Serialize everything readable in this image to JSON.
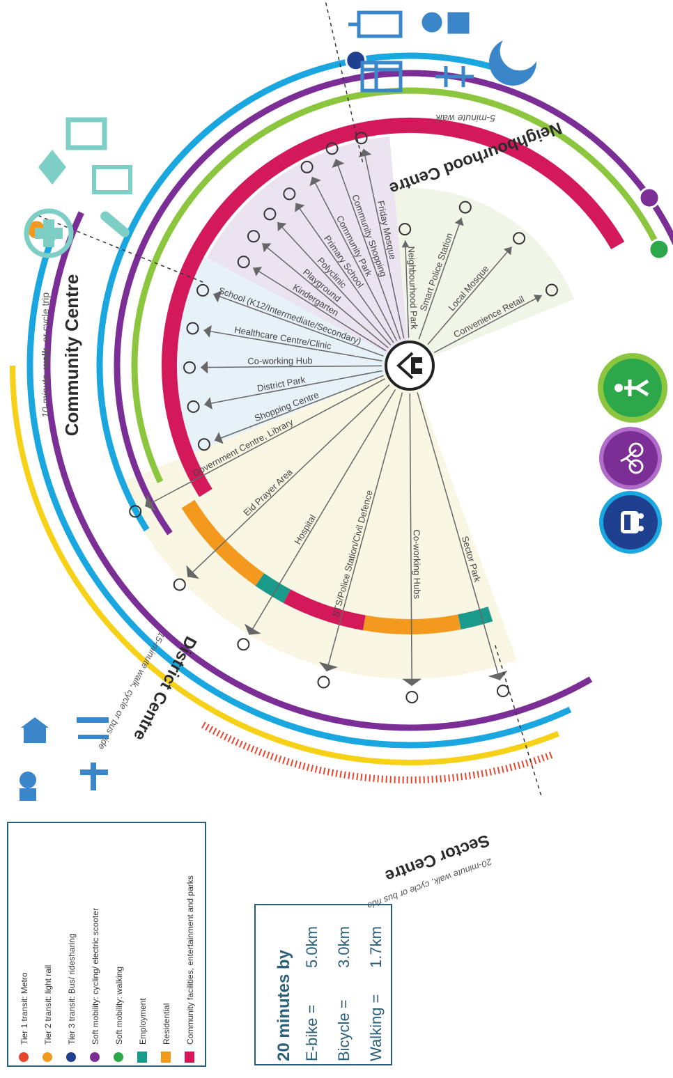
{
  "centres": {
    "neighbourhood": {
      "title": "Neighbourhood Centre",
      "subtitle": "5-minute walk"
    },
    "community": {
      "title": "Community Centre",
      "subtitle_a": "10-minute",
      "subtitle_b": "walk",
      "subtitle_c": "or cycle trip"
    },
    "district": {
      "title": "District Centre",
      "subtitle": "15-minute walk, cycle or bus ride"
    },
    "sector": {
      "title": "Sector Centre",
      "subtitle": "20-minute walk, cycle or bus ride"
    }
  },
  "rays": {
    "neighbourhood": [
      "Neighbourhood Park",
      "Smart Police Station",
      "Local Mosque",
      "Convenience Retail"
    ],
    "community": [
      "Kindergarten",
      "Playground",
      "Polyclinic",
      "Primary School",
      "Community Park",
      "Community Shopping",
      "Friday Mosque"
    ],
    "district": [
      "School (K12/Intermediate/Secondary)",
      "Healthcare Centre/Clinic",
      "Co-working Hub",
      "District Park",
      "Shopping Centre"
    ],
    "sector": [
      "Government Centre, Library",
      "Eid Prayer Area",
      "Hospital",
      "STS/Police Station/Civil Defence",
      "Co-working Hubs",
      "Sector Park"
    ]
  },
  "legend": [
    {
      "label": "Tier 1 transit: Metro",
      "color": "#e5462d",
      "kind": "circle"
    },
    {
      "label": "Tier 2 transit: light rail",
      "color": "#f39a1e",
      "kind": "circle"
    },
    {
      "label": "Tier 3 transit: Bus/ ridesharing",
      "color": "#1f3f8f",
      "kind": "circle"
    },
    {
      "label": "Soft mobility: cycling/ electric scooter",
      "color": "#7b2f96",
      "kind": "circle"
    },
    {
      "label": "Soft mobility: walking",
      "color": "#2ca84a",
      "kind": "circle"
    },
    {
      "label": "Employment",
      "color": "#1a9a8a",
      "kind": "square"
    },
    {
      "label": "Residential",
      "color": "#f39a1e",
      "kind": "square"
    },
    {
      "label": "Community facilities, entertainment and parks",
      "color": "#d3195a",
      "kind": "square"
    }
  ],
  "speed": {
    "title": "20 minutes by",
    "rows": [
      {
        "mode": "E-bike =",
        "dist": "5.0km"
      },
      {
        "mode": "Bicycle =",
        "dist": "3.0km"
      },
      {
        "mode": "Walking =",
        "dist": "1.7km"
      }
    ]
  },
  "colors": {
    "magenta": "#d3195a",
    "orange": "#f39a1e",
    "teal": "#1a9a8a",
    "purple": "#7b2f96",
    "green": "#8cc63f",
    "cyan": "#1aa7df",
    "yellow": "#f7d117",
    "blue_icon": "#3a86c8",
    "navy": "#1f3f8f"
  },
  "icons": {
    "house": "house-icon",
    "mosque": "crescent-icon",
    "park": "tree-icon",
    "shop": "shop-icon",
    "walk": "pedestrian-icon",
    "cycle": "bicycle-icon",
    "bus": "bus-icon"
  }
}
